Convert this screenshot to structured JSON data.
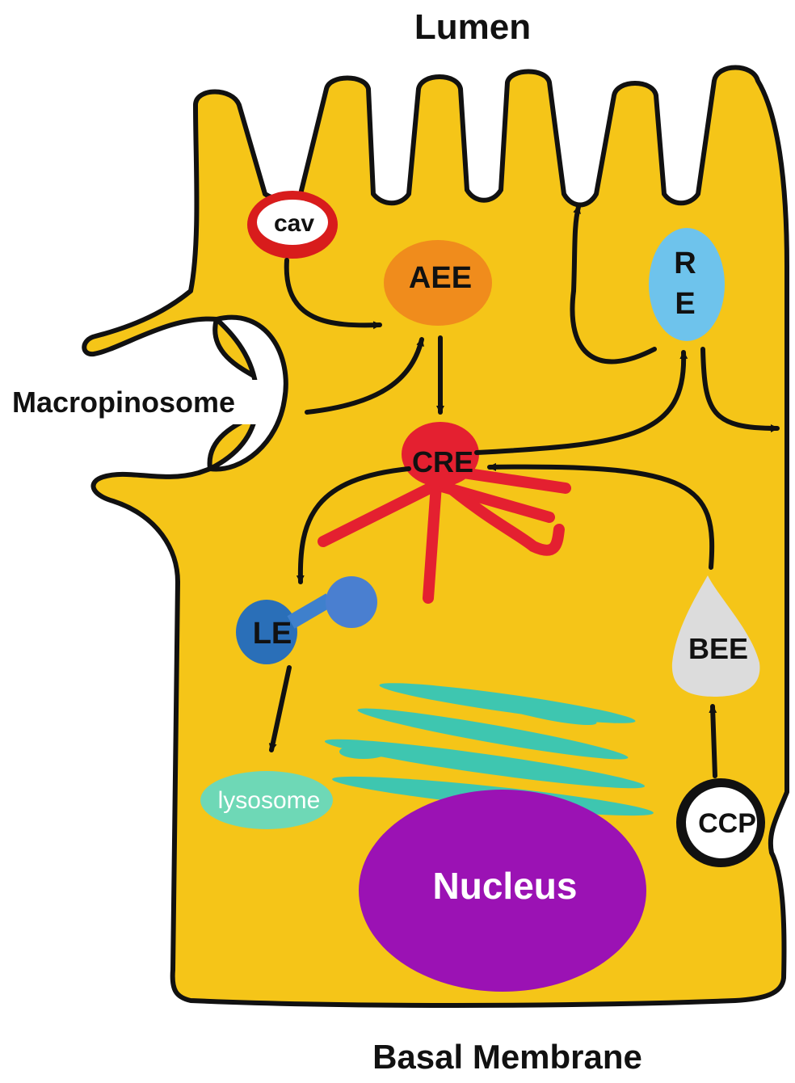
{
  "diagram": {
    "labels": {
      "lumen": "Lumen",
      "basal_membrane": "Basal Membrane",
      "macropinosome": "Macropinosome",
      "cav": "cav",
      "aee": "AEE",
      "re_top": "R",
      "re_bottom": "E",
      "cre": "CRE",
      "le": "LE",
      "lysosome": "lysosome",
      "nucleus": "Nucleus",
      "bee": "BEE",
      "ccp": "CCP"
    },
    "colors": {
      "cytoplasm": "#f5c518",
      "outline": "#111111",
      "aee": "#f08c1c",
      "re": "#6ec3ec",
      "cre": "#e42030",
      "le": "#2a6fb8",
      "lysosome": "#6ed8b6",
      "golgi": "#3ec6b0",
      "nucleus": "#9b12b4",
      "bee": "#dcdcdc",
      "cav_coat": "#d81c1c"
    }
  }
}
